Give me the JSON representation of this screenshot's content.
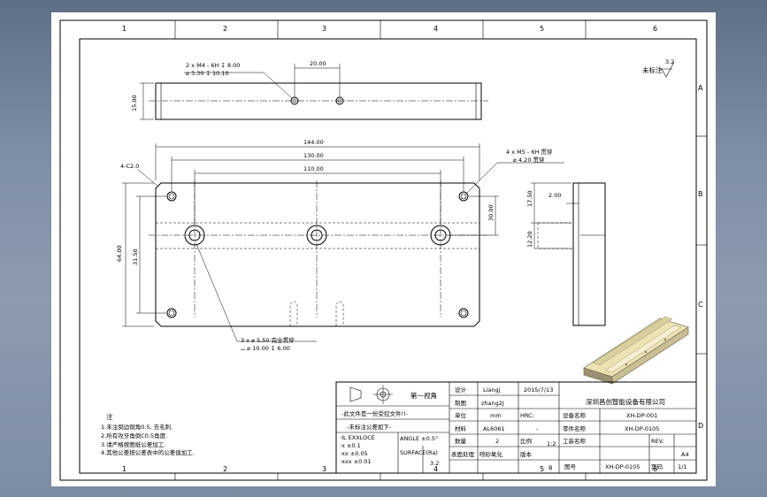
{
  "border": {
    "cols": [
      "1",
      "2",
      "3",
      "4",
      "5",
      "6"
    ],
    "rows": [
      "A",
      "B",
      "C",
      "D"
    ]
  },
  "surface_note": {
    "label": "未标注",
    "roughness": "3.2"
  },
  "top_view": {
    "callout_thread": "2 x  M4 - 6H ↧ 8.00",
    "callout_drill": "⌀ 3.30 ↧ 10.10",
    "dim_spacing": "20.00",
    "dim_height": "15.00"
  },
  "front_view": {
    "dim_overall": "144.00",
    "dim_outer_holes": "130.00",
    "dim_inner_holes": "110.00",
    "chamfer": "4-C2.0",
    "callout_m5": "4 x  M5 - 6H  贯穿",
    "callout_m5_drill": "⌀ 4.20 贯穿",
    "dim_height": "64.00",
    "dim_slot": "31.50",
    "dim_right": "30.00",
    "callout_cb1": "3 x  ⌀ 5.50 完全贯穿",
    "callout_cb2": "⌴ ⌀ 10.00 ↧ 6.00"
  },
  "side_view": {
    "dim_a": "17.50",
    "dim_b": "2.00",
    "dim_c": "12.20"
  },
  "notes": {
    "title": "注",
    "lines": [
      "1.未注倒边倒角0.5, 去毛刺.",
      "2.所有攻牙角倒C0.5角度.",
      "3.请严格按图纸公差加工.",
      "4.其他公差按公差表中的公差值加工."
    ]
  },
  "title_block": {
    "projection": "第一视角",
    "warning": "-此文件是一份受控文件!!-",
    "tol_header": "-未标注公差如下-",
    "tol_rows": [
      "·IL EXXLOCE",
      "·x    ±0.1",
      "·xx   ±0.05",
      "·xxx  ±0.01"
    ],
    "angle_tol": "ANGLE ±0.5°",
    "surface_label": "SURFACE(Ra)",
    "surface_val": "3.2",
    "r_design": "设计",
    "r_draw": "制图",
    "r_unit": "单位",
    "r_material": "材料",
    "r_qty": "数量",
    "r_surface": "表面处理",
    "designer": "Liangj",
    "drawer": "zhang2J",
    "unit": "mm",
    "material": "AL6061",
    "qty": "2",
    "finish": "喷砂氧化",
    "date": "2015/7/13",
    "hrc_label": "HRC:",
    "hrc_val": "-",
    "scale_label": "比例",
    "scale": "1:2",
    "version_label": "版本",
    "version": "B",
    "company": "深圳昌创智能设备有限公司",
    "equip_label": "设备名称",
    "equip_val": "XH-DP-001",
    "part_name_label": "零件名称",
    "part_name_val": "XH-DP-0105",
    "worker_label": "工装名称",
    "drawing_no_label": "图号",
    "drawing_no": "XH-DP-0105",
    "rev_label": "REV.",
    "rev_val": "A4",
    "page_label": "页码",
    "page_val": "1/1"
  }
}
